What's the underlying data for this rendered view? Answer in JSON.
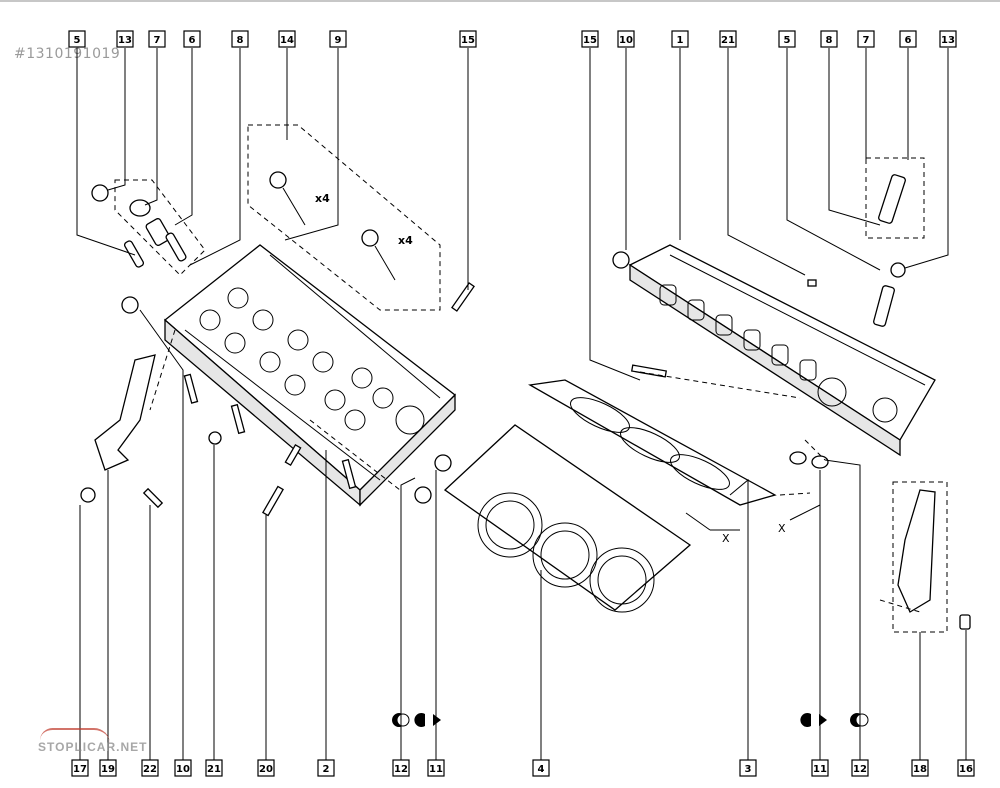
{
  "catalog_id": "#1310191019",
  "watermark": "STOPLICAR.NET",
  "labels_top_left": [
    "5",
    "13",
    "7",
    "6",
    "8",
    "14",
    "9",
    "15"
  ],
  "labels_top_right": [
    "15",
    "10",
    "1",
    "21",
    "5",
    "8",
    "7",
    "6",
    "13"
  ],
  "labels_bottom_left": [
    "17",
    "19",
    "22",
    "10",
    "21",
    "20",
    "2",
    "12",
    "11"
  ],
  "labels_bottom_right": [
    "4",
    "3",
    "11",
    "12",
    "18",
    "16"
  ],
  "qty_marks": [
    "x4",
    "x4"
  ],
  "reference_marks": [
    "X",
    "X"
  ],
  "symbols": [
    "sealant-symbol",
    "replace-part-symbol",
    "replace-part-symbol",
    "sealant-symbol"
  ]
}
